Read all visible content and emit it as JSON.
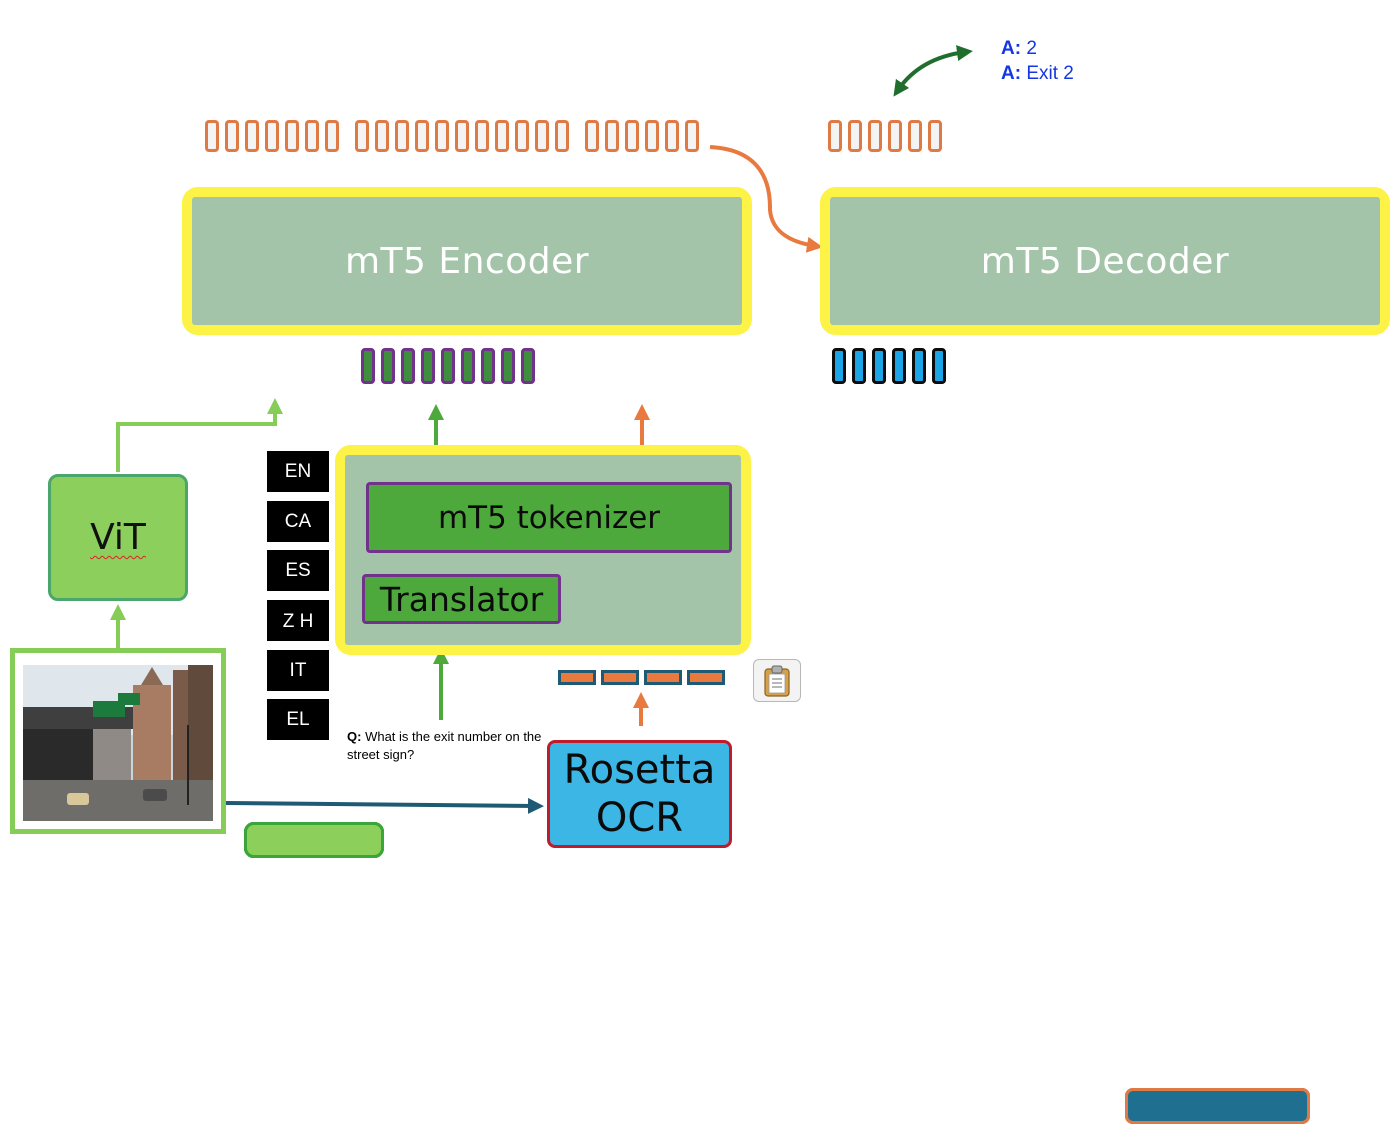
{
  "encoder": {
    "label": "mT5 Encoder"
  },
  "decoder": {
    "label": "mT5 Decoder"
  },
  "tokenizer": {
    "label": "mT5 tokenizer"
  },
  "translator": {
    "label": "Translator"
  },
  "vit": {
    "label": "ViT"
  },
  "ocr": {
    "line1": "Rosetta",
    "line2": "OCR"
  },
  "languages": [
    "EN",
    "CA",
    "ES",
    "Z H",
    "IT",
    "EL"
  ],
  "question": {
    "prefix": "Q:",
    "text": "What is the exit number on the street sign?"
  },
  "answers": [
    {
      "prefix": "A:",
      "text": "2"
    },
    {
      "prefix": "A:",
      "text": "Exit 2"
    }
  ],
  "colors": {
    "highlight": "#fdf246",
    "model_fill": "#a3c4a8",
    "vit_green": "#8dcf5c",
    "text_green": "#4ea93c",
    "ocr_blue": "#3cb6e4",
    "ocr_orange": "#e8793f",
    "answer_blue": "#1436e4"
  },
  "icons": {
    "clipboard": "clipboard-icon",
    "image": "street-photo"
  }
}
